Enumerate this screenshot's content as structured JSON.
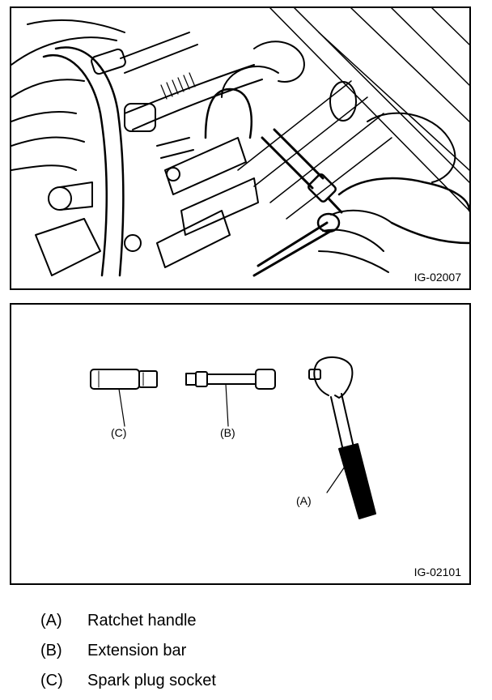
{
  "figures": [
    {
      "code": "IG-02007"
    },
    {
      "code": "IG-02101",
      "callouts": {
        "c": "(C)",
        "b": "(B)",
        "a": "(A)"
      }
    }
  ],
  "legend": [
    {
      "key": "(A)",
      "label": "Ratchet handle"
    },
    {
      "key": "(B)",
      "label": "Extension bar"
    },
    {
      "key": "(C)",
      "label": "Spark plug socket"
    }
  ]
}
